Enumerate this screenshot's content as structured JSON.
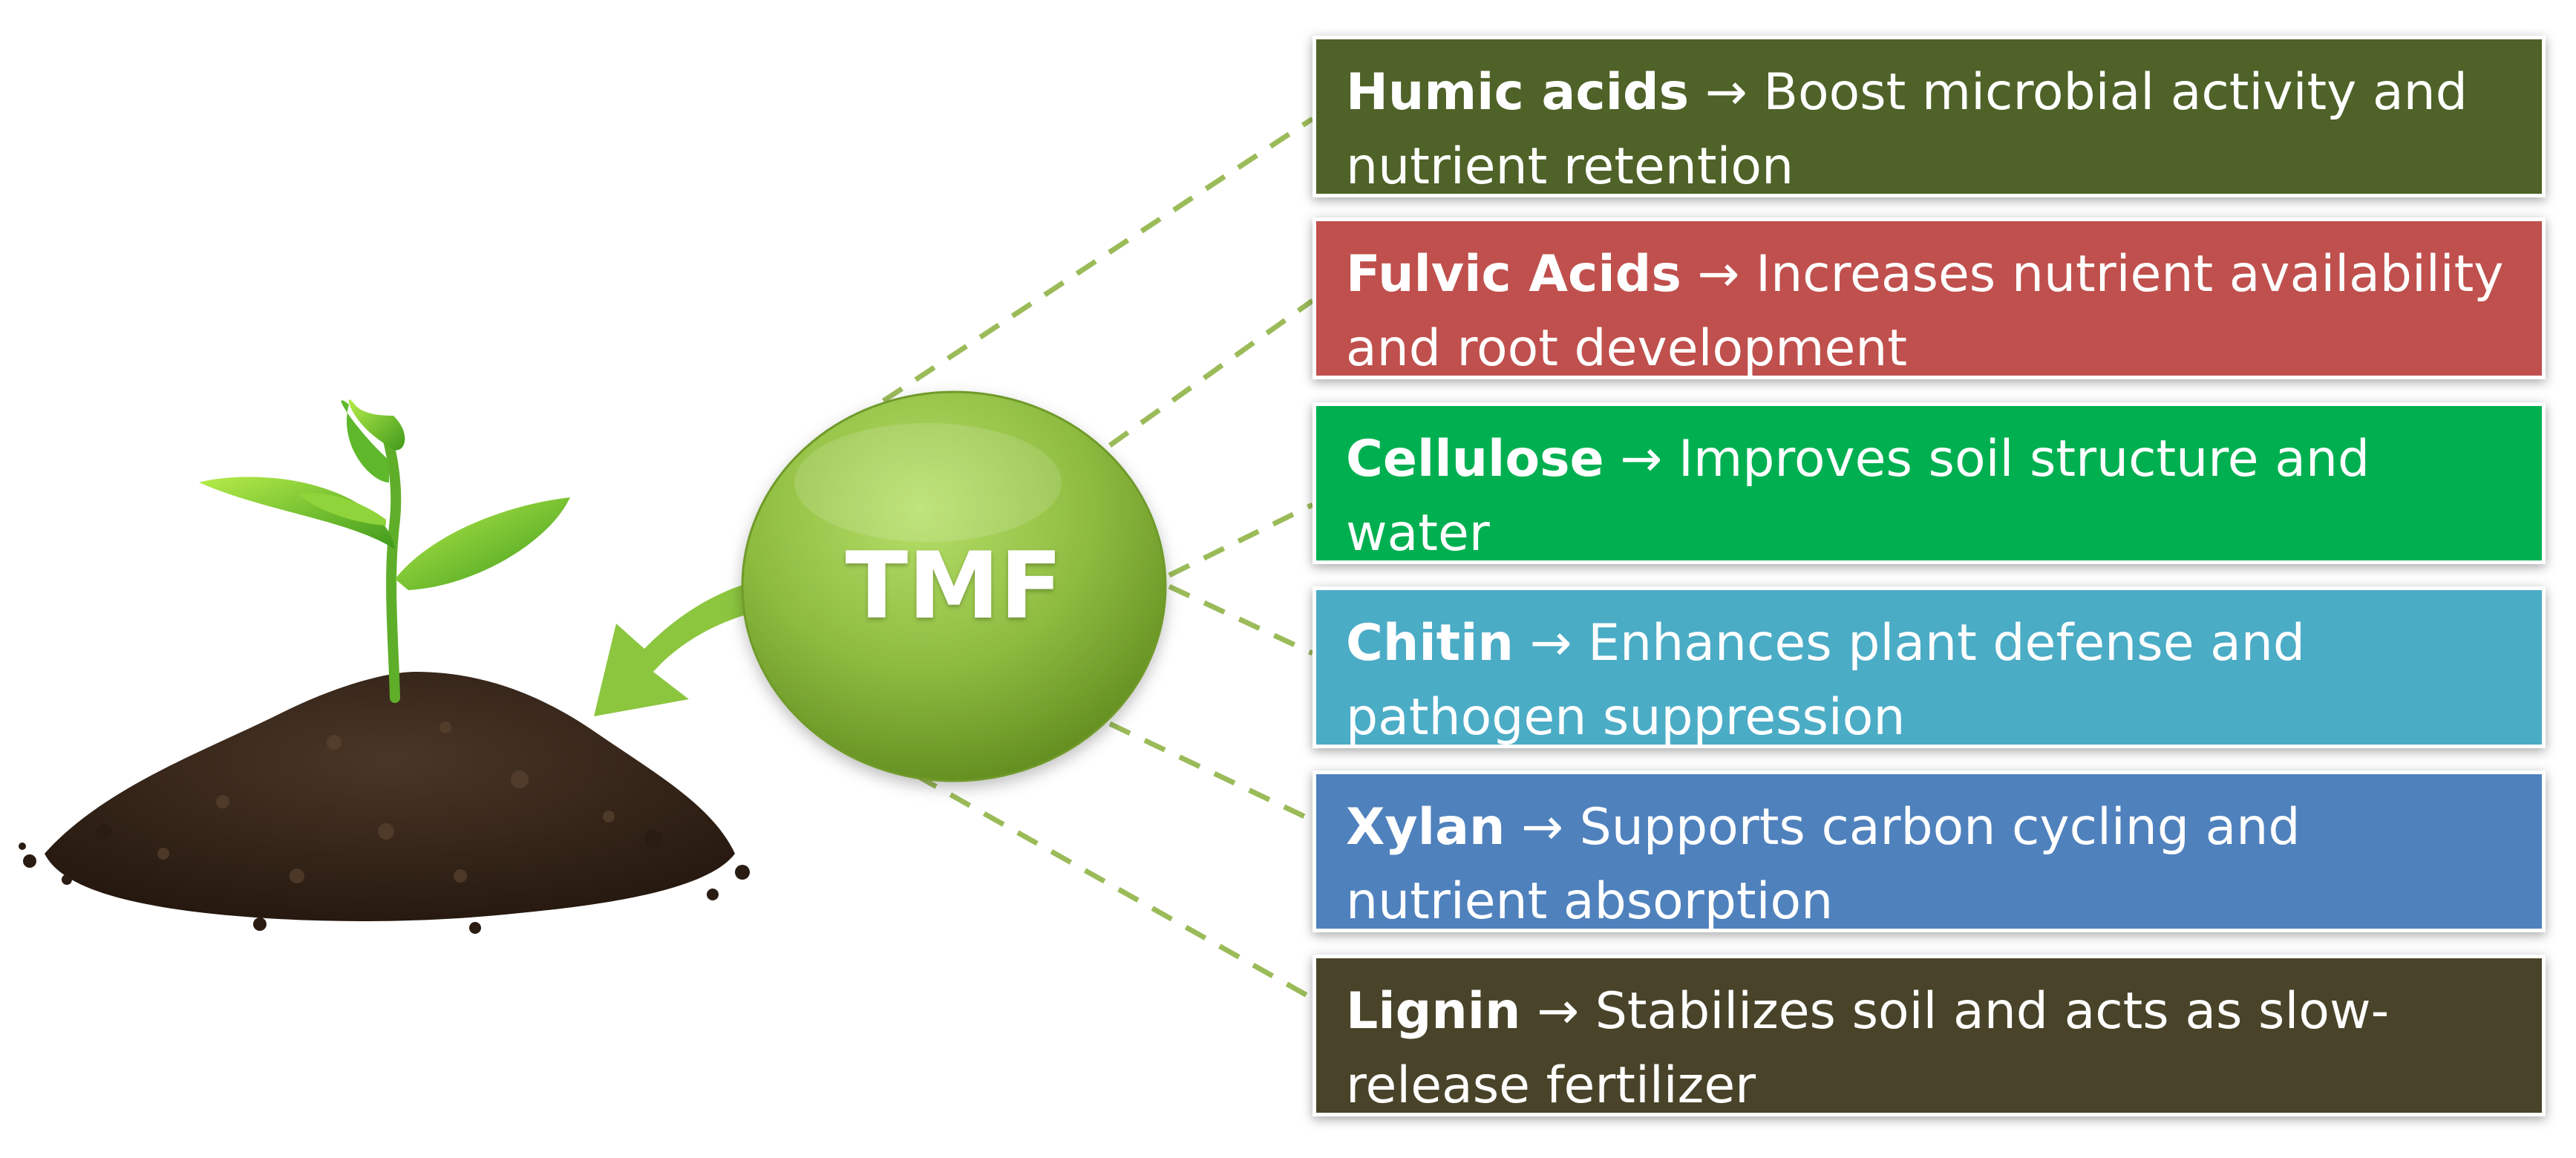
{
  "center": {
    "label": "TMF",
    "color": "#8dbb3f"
  },
  "colors": {
    "connector": "#9bbb59",
    "arrow": "#8cc63f",
    "leaf": "#6dbb2c",
    "soil": "#3a2a1c"
  },
  "items": [
    {
      "term": "Humic acids",
      "arrow": "→",
      "text": "Boost microbial activity and nutrient retention",
      "color": "#4f6228"
    },
    {
      "term": "Fulvic Acids",
      "arrow": "→",
      "text": "Increases nutrient availability and root development",
      "color": "#c0504d"
    },
    {
      "term": "Cellulose",
      "arrow": "→",
      "text": "Improves soil structure and water",
      "color": "#00b050"
    },
    {
      "term": "Chitin",
      "arrow": "→",
      "text": "Enhances plant defense and pathogen suppression",
      "color": "#4bacc6"
    },
    {
      "term": "Xylan",
      "arrow": "→",
      "text": "Supports carbon cycling and nutrient absorption",
      "color": "#4f81bd"
    },
    {
      "term": "Lignin",
      "arrow": "→",
      "text": "Stabilizes soil and acts as slow-release fertilizer",
      "color": "#494429"
    }
  ]
}
